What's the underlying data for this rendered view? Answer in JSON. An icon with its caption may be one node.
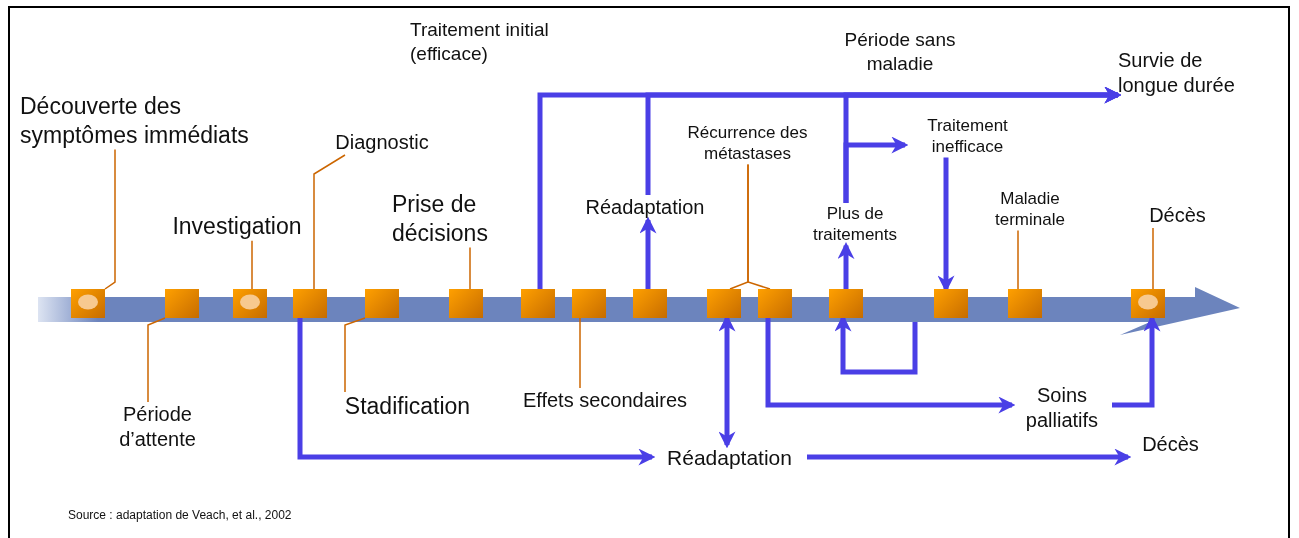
{
  "diagram": {
    "caption": "Source : adaptation de Veach, et al., 2002",
    "nodes": [
      {
        "text": [],
        "shape": "box"
      },
      {
        "text": [],
        "shape": "box"
      },
      {
        "text": [],
        "shape": "box"
      },
      {
        "text": [],
        "shape": "box"
      },
      {
        "text": [],
        "shape": "box"
      },
      {
        "text": [],
        "shape": "box"
      },
      {
        "text": [],
        "shape": "box"
      },
      {
        "text": [],
        "shape": "box"
      },
      {
        "text": [],
        "shape": "box"
      },
      {
        "text": [],
        "shape": "box"
      },
      {
        "text": [],
        "shape": "box"
      },
      {
        "text": [],
        "shape": "box"
      },
      {
        "text": [],
        "shape": "box"
      },
      {
        "text": [],
        "shape": "box"
      },
      {
        "text": [],
        "shape": "box"
      },
      {
        "text": [
          "Découverte des symptômes immédiats"
        ]
      },
      {
        "text": [
          "Investigation"
        ]
      },
      {
        "text": [
          "Diagnostic"
        ]
      },
      {
        "text": [
          "Prise de décisions"
        ]
      },
      {
        "text": [
          "Réadaptation"
        ]
      },
      {
        "text": [
          "Récurrence des métastases"
        ]
      },
      {
        "text": [
          "Plus de traitements"
        ]
      },
      {
        "text": [
          "Traitement inefficace"
        ]
      },
      {
        "text": [
          "Maladie terminale"
        ]
      },
      {
        "text": [
          "Décès"
        ]
      },
      {
        "text": [
          "Survie de longue durée"
        ]
      },
      {
        "text": [
          "Période d’attente"
        ]
      },
      {
        "text": [
          "Stadification"
        ]
      },
      {
        "text": [
          "Effets secondaires"
        ]
      },
      {
        "text": [
          "Réadaptation"
        ]
      },
      {
        "text": [
          "Soins palliatifs"
        ]
      },
      {
        "text": [
          "Décès"
        ]
      }
    ],
    "edges": [
      {
        "from": 15,
        "to": 0,
        "arrow": "none",
        "color": "#cc6600"
      },
      {
        "from": 26,
        "to": 1,
        "arrow": "none",
        "color": "#cc6600"
      },
      {
        "from": 16,
        "to": 2,
        "arrow": "none",
        "color": "#cc6600"
      },
      {
        "from": 17,
        "to": 3,
        "arrow": "none",
        "color": "#cc6600"
      },
      {
        "from": 27,
        "to": 4,
        "arrow": "none",
        "color": "#cc6600"
      },
      {
        "from": 18,
        "to": 5,
        "arrow": "none",
        "color": "#cc6600"
      },
      {
        "from": 28,
        "to": 7,
        "arrow": "none",
        "color": "#cc6600"
      },
      {
        "from": 20,
        "to": 9,
        "arrow": "none",
        "color": "#cc6600"
      },
      {
        "from": 20,
        "to": 10,
        "arrow": "none",
        "color": "#cc6600"
      },
      {
        "from": 23,
        "to": 13,
        "arrow": "none",
        "color": "#cc6600"
      },
      {
        "from": 24,
        "to": 14,
        "arrow": "none",
        "color": "#cc6600"
      },
      {
        "from": 6,
        "to": 25,
        "arrow": "to"
      },
      {
        "from": 8,
        "to": 19,
        "arrow": "to"
      },
      {
        "from": 19,
        "to": 25,
        "arrow": "to"
      },
      {
        "from": 11,
        "to": 21,
        "arrow": "to"
      },
      {
        "from": 21,
        "to": 25,
        "arrow": "to"
      },
      {
        "from": 21,
        "to": 22,
        "arrow": "to"
      },
      {
        "from": 22,
        "to": 12,
        "arrow": "to"
      },
      {
        "from": null,
        "to": 11,
        "arrow": "to"
      },
      {
        "from": 3,
        "to": 29,
        "arrow": "to"
      },
      {
        "from": 9,
        "to": 29,
        "arrow": "both"
      },
      {
        "from": 29,
        "to": 31,
        "arrow": "to"
      },
      {
        "from": 10,
        "to": 30,
        "arrow": "to"
      },
      {
        "from": 30,
        "to": 14,
        "arrow": "to"
      }
    ],
    "labels": [
      "Traitement initial (efficace)",
      "Période sans maladie"
    ]
  }
}
